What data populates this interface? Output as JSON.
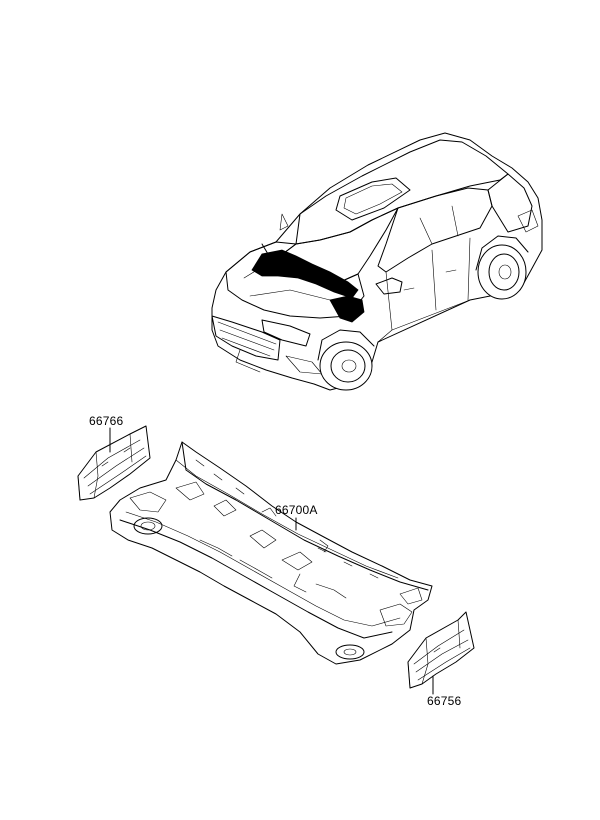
{
  "parts": {
    "side_left": {
      "number": "66766"
    },
    "cowl_panel": {
      "number": "66700A"
    },
    "side_right": {
      "number": "66756"
    }
  },
  "colors": {
    "line": "#000000",
    "background": "#ffffff",
    "highlight": "#000000"
  }
}
